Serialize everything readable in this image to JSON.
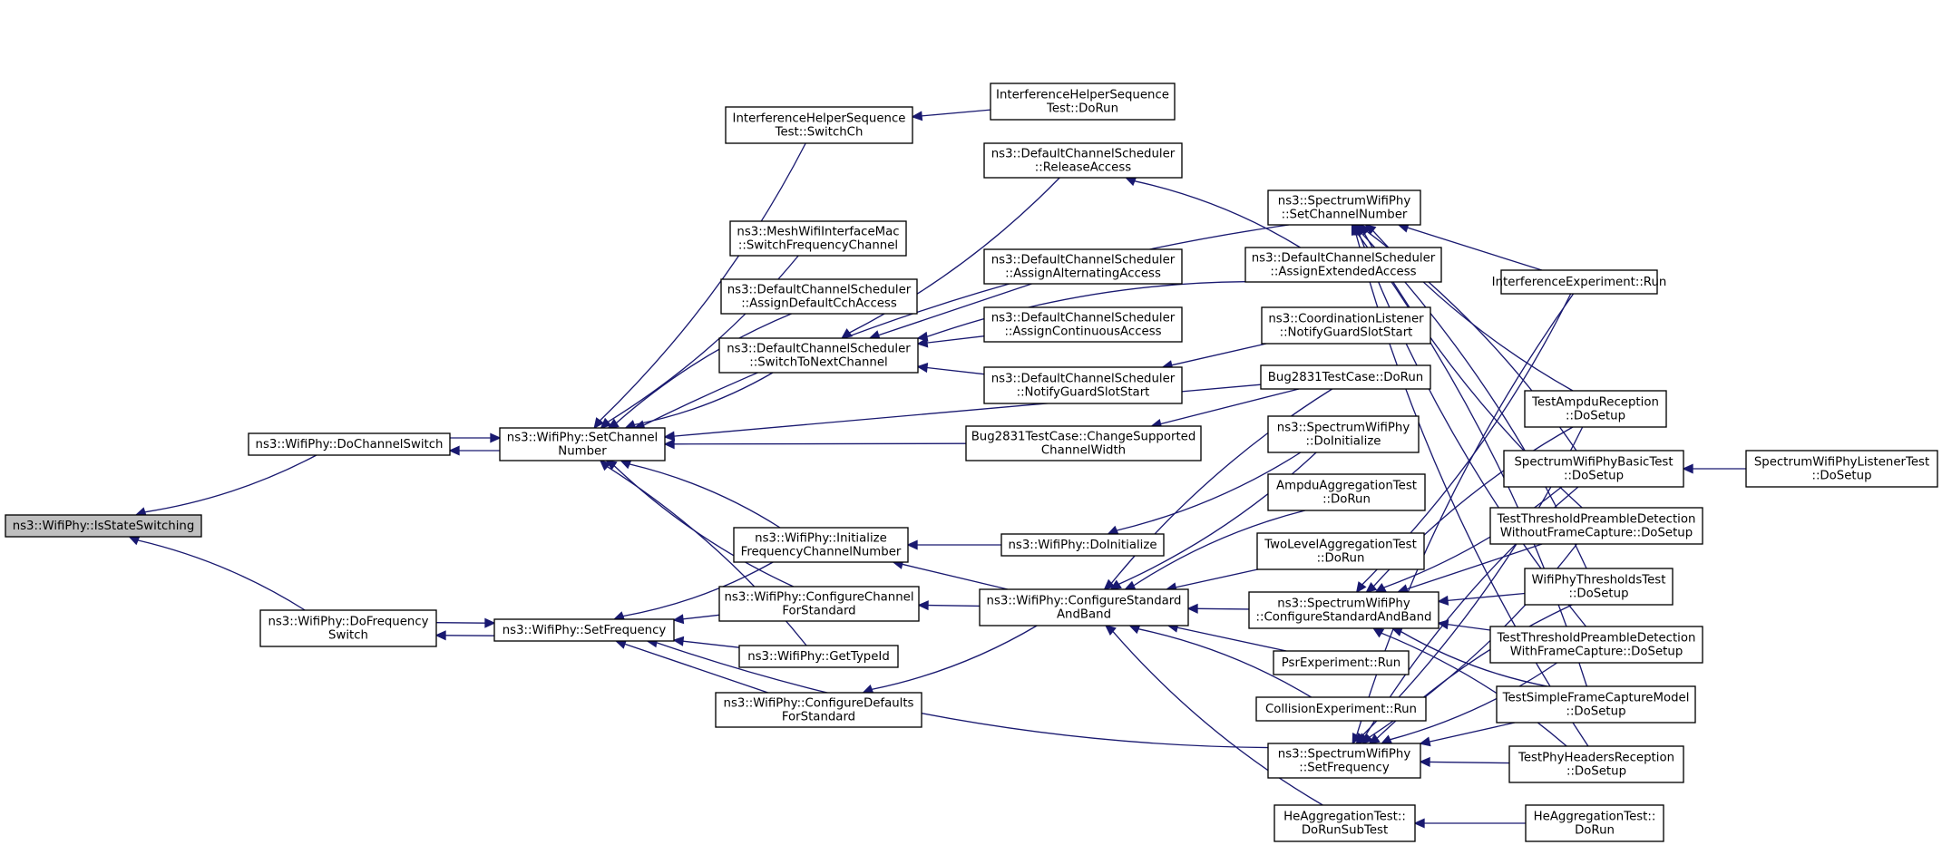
{
  "diagram": {
    "nodes": [
      {
        "id": "n1",
        "lines": [
          "ns3::WifiPhy::IsStateSwitching"
        ],
        "root": true
      },
      {
        "id": "n2",
        "lines": [
          "ns3::WifiPhy::DoChannelSwitch"
        ]
      },
      {
        "id": "n3",
        "lines": [
          "ns3::WifiPhy::SetChannel",
          "Number"
        ]
      },
      {
        "id": "n4",
        "lines": [
          "InterferenceHelperSequence",
          "Test::SwitchCh"
        ]
      },
      {
        "id": "n5",
        "lines": [
          "InterferenceHelperSequence",
          "Test::DoRun"
        ]
      },
      {
        "id": "n6",
        "lines": [
          "ns3::SpectrumWifiPhy",
          "::SetChannelNumber"
        ]
      },
      {
        "id": "n7",
        "lines": [
          "InterferenceExperiment::Run"
        ]
      },
      {
        "id": "n8",
        "lines": [
          "TestAmpduReception",
          "::DoSetup"
        ]
      },
      {
        "id": "n9",
        "lines": [
          "SpectrumWifiPhyBasicTest",
          "::DoSetup"
        ]
      },
      {
        "id": "n10",
        "lines": [
          "SpectrumWifiPhyListenerTest",
          "::DoSetup"
        ]
      },
      {
        "id": "n11",
        "lines": [
          "TestThresholdPreambleDetection",
          "WithoutFrameCapture::DoSetup"
        ]
      },
      {
        "id": "n12",
        "lines": [
          "WifiPhyThresholdsTest",
          "::DoSetup"
        ]
      },
      {
        "id": "n13",
        "lines": [
          "TestThresholdPreambleDetection",
          "WithFrameCapture::DoSetup"
        ]
      },
      {
        "id": "n14",
        "lines": [
          "TestSimpleFrameCaptureModel",
          "::DoSetup"
        ]
      },
      {
        "id": "n15",
        "lines": [
          "TestPhyHeadersReception",
          "::DoSetup"
        ]
      },
      {
        "id": "n16",
        "lines": [
          "ns3::MeshWifiInterfaceMac",
          "::SwitchFrequencyChannel"
        ]
      },
      {
        "id": "n17",
        "lines": [
          "ns3::DefaultChannelScheduler",
          "::AssignDefaultCchAccess"
        ]
      },
      {
        "id": "n18",
        "lines": [
          "ns3::DefaultChannelScheduler",
          "::SwitchToNextChannel"
        ]
      },
      {
        "id": "n19",
        "lines": [
          "ns3::DefaultChannelScheduler",
          "::ReleaseAccess"
        ]
      },
      {
        "id": "n20",
        "lines": [
          "ns3::DefaultChannelScheduler",
          "::AssignExtendedAccess"
        ]
      },
      {
        "id": "n21",
        "lines": [
          "ns3::DefaultChannelScheduler",
          "::AssignAlternatingAccess"
        ]
      },
      {
        "id": "n22",
        "lines": [
          "ns3::DefaultChannelScheduler",
          "::AssignContinuousAccess"
        ]
      },
      {
        "id": "n23",
        "lines": [
          "ns3::DefaultChannelScheduler",
          "::NotifyGuardSlotStart"
        ]
      },
      {
        "id": "n24",
        "lines": [
          "ns3::CoordinationListener",
          "::NotifyGuardSlotStart"
        ]
      },
      {
        "id": "n25",
        "lines": [
          "Bug2831TestCase::ChangeSupported",
          "ChannelWidth"
        ]
      },
      {
        "id": "n26",
        "lines": [
          "Bug2831TestCase::DoRun"
        ]
      },
      {
        "id": "n27",
        "lines": [
          "ns3::WifiPhy::Initialize",
          "FrequencyChannelNumber"
        ]
      },
      {
        "id": "n28",
        "lines": [
          "ns3::WifiPhy::DoInitialize"
        ]
      },
      {
        "id": "n29",
        "lines": [
          "ns3::SpectrumWifiPhy",
          "::DoInitialize"
        ]
      },
      {
        "id": "n30",
        "lines": [
          "ns3::WifiPhy::ConfigureStandard",
          "AndBand"
        ]
      },
      {
        "id": "n31",
        "lines": [
          "AmpduAggregationTest",
          "::DoRun"
        ]
      },
      {
        "id": "n32",
        "lines": [
          "TwoLevelAggregationTest",
          "::DoRun"
        ]
      },
      {
        "id": "n33",
        "lines": [
          "ns3::SpectrumWifiPhy",
          "::ConfigureStandardAndBand"
        ]
      },
      {
        "id": "n34",
        "lines": [
          "PsrExperiment::Run"
        ]
      },
      {
        "id": "n35",
        "lines": [
          "CollisionExperiment::Run"
        ]
      },
      {
        "id": "n36",
        "lines": [
          "HeAggregationTest::",
          "DoRunSubTest"
        ]
      },
      {
        "id": "n37",
        "lines": [
          "HeAggregationTest::",
          "DoRun"
        ]
      },
      {
        "id": "n38",
        "lines": [
          "ns3::WifiPhy::DoFrequency",
          "Switch"
        ]
      },
      {
        "id": "n39",
        "lines": [
          "ns3::WifiPhy::SetFrequency"
        ]
      },
      {
        "id": "n40",
        "lines": [
          "ns3::WifiPhy::ConfigureChannel",
          "ForStandard"
        ]
      },
      {
        "id": "n41",
        "lines": [
          "ns3::WifiPhy::GetTypeId"
        ]
      },
      {
        "id": "n42",
        "lines": [
          "ns3::WifiPhy::ConfigureDefaults",
          "ForStandard"
        ]
      },
      {
        "id": "n43",
        "lines": [
          "ns3::SpectrumWifiPhy",
          "::SetFrequency"
        ]
      }
    ],
    "edges": [
      {
        "from": "n2",
        "to": "n1"
      },
      {
        "from": "n38",
        "to": "n1"
      },
      {
        "from": "n3",
        "to": "n2"
      },
      {
        "from": "n2",
        "to": "n3"
      },
      {
        "from": "n4",
        "to": "n3"
      },
      {
        "from": "n6",
        "to": "n3"
      },
      {
        "from": "n16",
        "to": "n3"
      },
      {
        "from": "n17",
        "to": "n3"
      },
      {
        "from": "n18",
        "to": "n3"
      },
      {
        "from": "n25",
        "to": "n3"
      },
      {
        "from": "n26",
        "to": "n3"
      },
      {
        "from": "n27",
        "to": "n3"
      },
      {
        "from": "n40",
        "to": "n3"
      },
      {
        "from": "n41",
        "to": "n3"
      },
      {
        "from": "n5",
        "to": "n4"
      },
      {
        "from": "n7",
        "to": "n6"
      },
      {
        "from": "n8",
        "to": "n6"
      },
      {
        "from": "n9",
        "to": "n6"
      },
      {
        "from": "n11",
        "to": "n6"
      },
      {
        "from": "n12",
        "to": "n6"
      },
      {
        "from": "n13",
        "to": "n6"
      },
      {
        "from": "n14",
        "to": "n6"
      },
      {
        "from": "n15",
        "to": "n6"
      },
      {
        "from": "n10",
        "to": "n9"
      },
      {
        "from": "n19",
        "to": "n18"
      },
      {
        "from": "n20",
        "to": "n18"
      },
      {
        "from": "n21",
        "to": "n18"
      },
      {
        "from": "n22",
        "to": "n18"
      },
      {
        "from": "n23",
        "to": "n18"
      },
      {
        "from": "n20",
        "to": "n19"
      },
      {
        "from": "n24",
        "to": "n23"
      },
      {
        "from": "n26",
        "to": "n25"
      },
      {
        "from": "n28",
        "to": "n27"
      },
      {
        "from": "n30",
        "to": "n27"
      },
      {
        "from": "n29",
        "to": "n28"
      },
      {
        "from": "n26",
        "to": "n30"
      },
      {
        "from": "n29",
        "to": "n30"
      },
      {
        "from": "n31",
        "to": "n30"
      },
      {
        "from": "n32",
        "to": "n30"
      },
      {
        "from": "n33",
        "to": "n30"
      },
      {
        "from": "n34",
        "to": "n30"
      },
      {
        "from": "n35",
        "to": "n30"
      },
      {
        "from": "n36",
        "to": "n30"
      },
      {
        "from": "n8",
        "to": "n33"
      },
      {
        "from": "n9",
        "to": "n33"
      },
      {
        "from": "n11",
        "to": "n33"
      },
      {
        "from": "n12",
        "to": "n33"
      },
      {
        "from": "n13",
        "to": "n33"
      },
      {
        "from": "n14",
        "to": "n33"
      },
      {
        "from": "n15",
        "to": "n33"
      },
      {
        "from": "n7",
        "to": "n33"
      },
      {
        "from": "n37",
        "to": "n36"
      },
      {
        "from": "n39",
        "to": "n38"
      },
      {
        "from": "n38",
        "to": "n39"
      },
      {
        "from": "n27",
        "to": "n39"
      },
      {
        "from": "n40",
        "to": "n39"
      },
      {
        "from": "n41",
        "to": "n39"
      },
      {
        "from": "n42",
        "to": "n39"
      },
      {
        "from": "n43",
        "to": "n39"
      },
      {
        "from": "n30",
        "to": "n40"
      },
      {
        "from": "n30",
        "to": "n42"
      },
      {
        "from": "n7",
        "to": "n43"
      },
      {
        "from": "n8",
        "to": "n43"
      },
      {
        "from": "n9",
        "to": "n43"
      },
      {
        "from": "n11",
        "to": "n43"
      },
      {
        "from": "n12",
        "to": "n43"
      },
      {
        "from": "n13",
        "to": "n43"
      },
      {
        "from": "n14",
        "to": "n43"
      },
      {
        "from": "n15",
        "to": "n43"
      }
    ]
  }
}
